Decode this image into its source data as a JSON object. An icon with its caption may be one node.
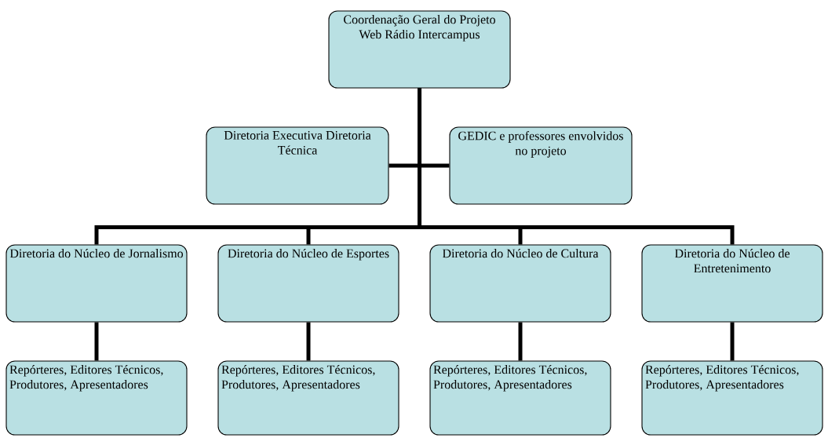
{
  "diagram": {
    "nodes": [
      {
        "text": [
          "Coordenação Geral do Projeto Web Rádio Intercampus"
        ]
      },
      {
        "text": [
          "Diretoria Executiva Diretoria Técnica"
        ]
      },
      {
        "text": [
          "GEDIC e professores envolvidos no projeto"
        ]
      },
      {
        "text": [
          "Diretoria do Núcleo de Jornalismo"
        ]
      },
      {
        "text": [
          "Diretoria do Núcleo de Esportes"
        ]
      },
      {
        "text": [
          "Diretoria do Núcleo de Cultura"
        ]
      },
      {
        "text": [
          "Diretoria do Núcleo de Entretenimento"
        ]
      },
      {
        "text": [
          "Repórteres, Editores Técnicos, Produtores, Apresentadores"
        ]
      },
      {
        "text": [
          "Repórteres, Editores Técnicos, Produtores, Apresentadores"
        ]
      },
      {
        "text": [
          "Repórteres, Editores Técnicos, Produtores, Apresentadores"
        ]
      },
      {
        "text": [
          "Repórteres, Editores Técnicos, Produtores, Apresentadores"
        ]
      }
    ],
    "edges": [
      {
        "from": 0,
        "to": 1,
        "arrow": "none"
      },
      {
        "from": 0,
        "to": 2,
        "arrow": "none"
      },
      {
        "from": 0,
        "to": 3,
        "arrow": "none"
      },
      {
        "from": 0,
        "to": 4,
        "arrow": "none"
      },
      {
        "from": 0,
        "to": 5,
        "arrow": "none"
      },
      {
        "from": 0,
        "to": 6,
        "arrow": "none"
      },
      {
        "from": 3,
        "to": 7,
        "arrow": "none"
      },
      {
        "from": 4,
        "to": 8,
        "arrow": "none"
      },
      {
        "from": 5,
        "to": 9,
        "arrow": "none"
      },
      {
        "from": 6,
        "to": 10,
        "arrow": "none"
      }
    ]
  }
}
